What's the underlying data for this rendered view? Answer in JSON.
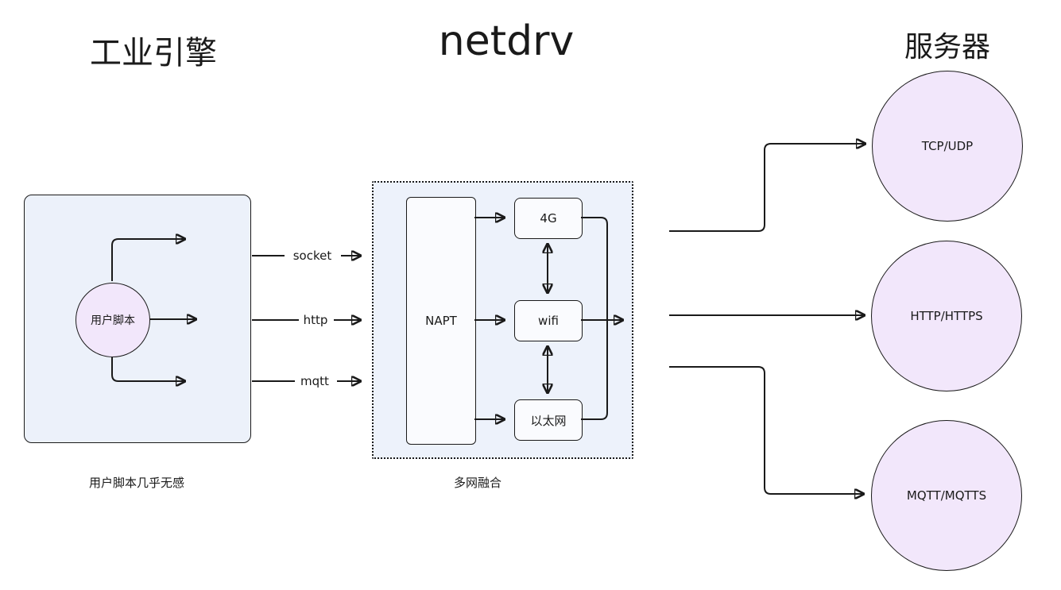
{
  "titles": {
    "left": "工业引擎",
    "center": "netdrv",
    "right": "服务器"
  },
  "left_section": {
    "circle_label": "用户脚本",
    "caption": "用户脚本几乎无感"
  },
  "connectors": {
    "labels": [
      "socket",
      "http",
      "mqtt"
    ]
  },
  "netdrv_section": {
    "napt_label": "NAPT",
    "interfaces": [
      "4G",
      "wifi",
      "以太网"
    ],
    "caption": "多网融合"
  },
  "servers": [
    "TCP/UDP",
    "HTTP/HTTPS",
    "MQTT/MQTTS"
  ],
  "colors": {
    "box_fill": "#ecf1fa",
    "dotted_box_fill": "#edf2fb",
    "circle_fill": "#f2e7fb",
    "stroke": "#1a1a1a"
  }
}
